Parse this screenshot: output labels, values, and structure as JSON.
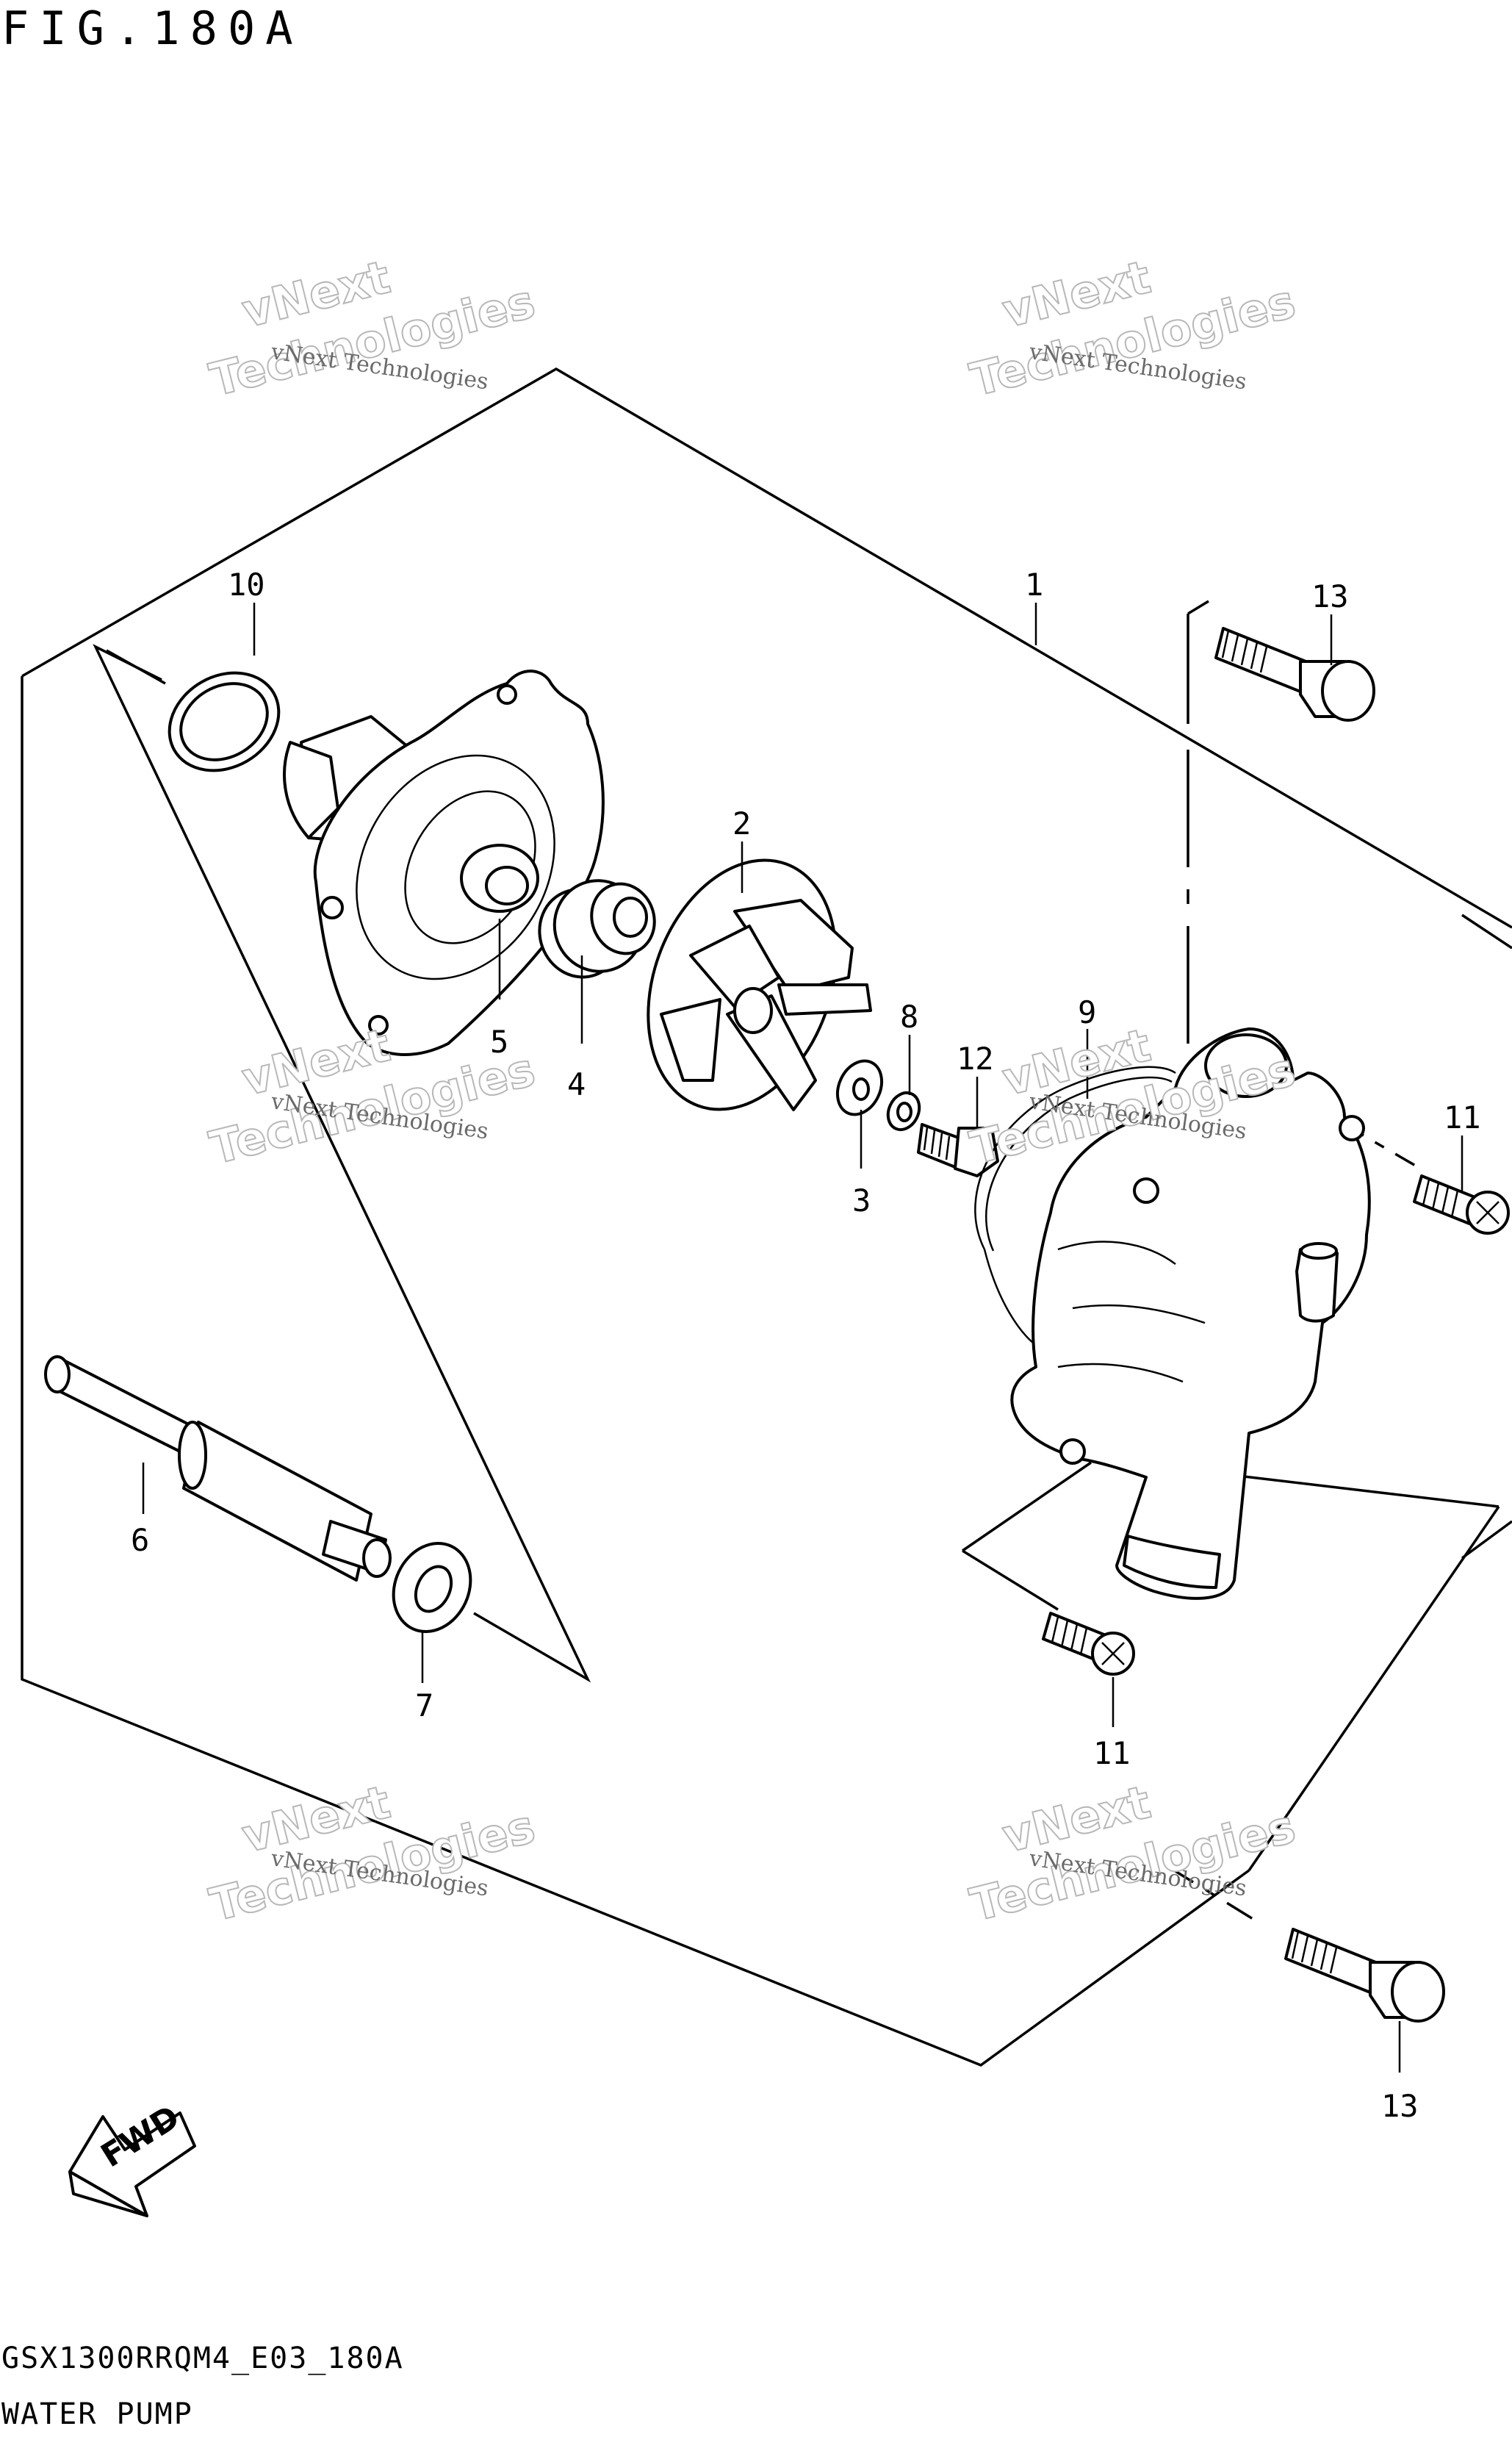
{
  "figure": {
    "title": "FIG.180A",
    "model_code": "GSX1300RRQM4_E03_180A",
    "caption": "WATER PUMP"
  },
  "watermark": {
    "line1": "vNext Technologies",
    "big1": "vNext",
    "big2": "Technologies"
  },
  "fwd_arrow": {
    "label": "FWD",
    "icon": "fwd-arrow-icon"
  },
  "callouts": {
    "c1": "1",
    "c2": "2",
    "c3": "3",
    "c4": "4",
    "c5": "5",
    "c6": "6",
    "c7": "7",
    "c8": "8",
    "c9": "9",
    "c10": "10",
    "c11a": "11",
    "c11b": "11",
    "c12": "12",
    "c13a": "13",
    "c13b": "13"
  }
}
